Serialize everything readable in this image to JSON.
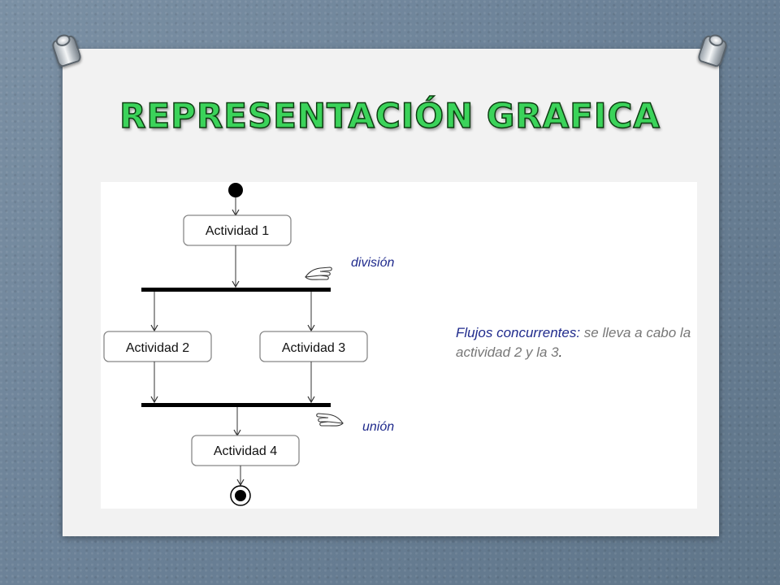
{
  "slide": {
    "title": "Representación grafica"
  },
  "diagram": {
    "nodes": [
      {
        "id": "a1",
        "label": "Actividad 1"
      },
      {
        "id": "a2",
        "label": "Actividad 2"
      },
      {
        "id": "a3",
        "label": "Actividad 3"
      },
      {
        "id": "a4",
        "label": "Actividad 4"
      }
    ],
    "fork_label": "división",
    "join_label": "unión",
    "description": {
      "term": "Flujos concurrentes:",
      "text": " se lleva a cabo la actividad 2 y la 3",
      "end": "."
    }
  }
}
